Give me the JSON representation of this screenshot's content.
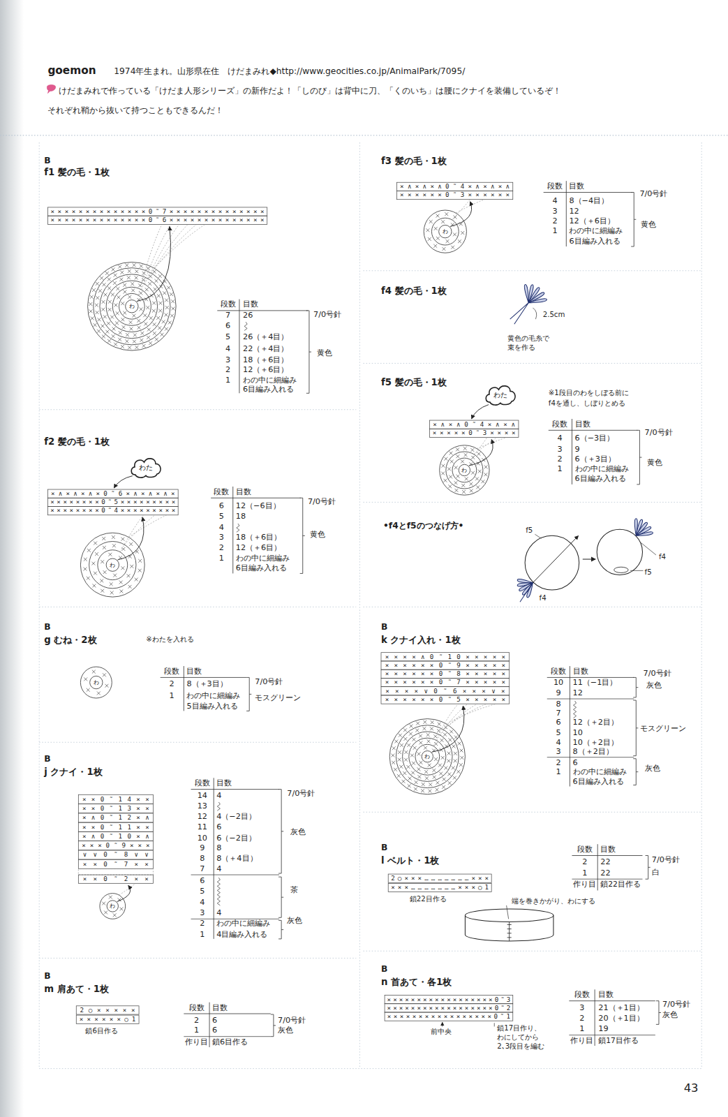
{
  "diagram": {
    "nodes": [
      {
        "text": [
          "わた"
        ]
      },
      {
        "text": [
          "わた"
        ]
      }
    ],
    "labels": [
      "goemon",
      "1974年生まれ。山形県在住　けだまみれ◆http://www.geocities.co.jp/AnimalPark/7095/",
      "けだまみれで作っている「けだま人形シリーズ」の新作だよ！「しのび」は背中に刀、「くのいち」は腰にクナイを装備しているぞ！",
      "それぞれ鞘から抜いて持つこともできるんだ！",
      "B",
      "f1 髪の毛・1枚",
      "××××××××××××××0˜7××××××××××××××",
      "××××××××××××××0˜6××××××××××××××",
      "わ",
      "段数",
      "目数",
      "7",
      "26",
      "6",
      "5",
      "26（＋4目）",
      "4",
      "22（＋4目）",
      "3",
      "18（＋6目）",
      "2",
      "12（＋6目）",
      "1",
      "わの中に細編み",
      "6目編み入れる",
      "7/0号針",
      "黄色",
      "f2 髪の毛・1枚",
      "×∧×∧×∧×0˜6×∧×∧×∧×",
      "××××××××0˜5×××××××××",
      "××××××××0˜4×××××××××",
      "わ",
      "段数",
      "目数",
      "6",
      "12（−6目）",
      "5",
      "18",
      "4",
      "3",
      "18（＋6目）",
      "2",
      "12（＋6目）",
      "1",
      "わの中に細編み",
      "6目編み入れる",
      "7/0号針",
      "黄色",
      "B",
      "g むね・2枚",
      "※わたを入れる",
      "わ",
      "段数",
      "目数",
      "2",
      "8（＋3目）",
      "1",
      "わの中に細編み",
      "5目編み入れる",
      "7/0号針",
      "モスグリーン",
      "B",
      "j クナイ・1枚",
      "××0˜14××",
      "××0˜13××",
      "×∧0˜12×∧",
      "××0˜11××",
      "×∧0˜10×∧",
      "×××0˜9×××",
      "∨∨0˜8∨∨",
      "××0˜7××",
      "××0˜2××",
      "わ",
      "段数",
      "目数",
      "14",
      "4",
      "13",
      "12",
      "4（−2目）",
      "11",
      "6",
      "10",
      "6（−2目）",
      "9",
      "8",
      "8",
      "8（＋4目）",
      "7",
      "4",
      "6",
      "5",
      "4",
      "3",
      "4",
      "2",
      "わの中に細編み",
      "1",
      "4目編み入れる",
      "7/0号針",
      "灰色",
      "茶",
      "灰色",
      "B",
      "m 肩あて・1枚",
      "2○×××××",
      "××××××○1",
      "鎖6目作る",
      "段数",
      "目数",
      "2",
      "6",
      "1",
      "6",
      "作り目",
      "鎖6目作る",
      "7/0号針",
      "灰色",
      "f3 髪の毛・1枚",
      "×∧×∧×∧0˜4×∧×∧×∧",
      "××××××0˜3××××××",
      "わ",
      "段数",
      "目数",
      "4",
      "8（−4目）",
      "3",
      "12",
      "2",
      "12（＋6目）",
      "1",
      "わの中に細編み",
      "6目編み入れる",
      "7/0号針",
      "黄色",
      "f4 髪の毛・1枚",
      "2.5cm",
      "黄色の毛糸で",
      "束を作る",
      "f5 髪の毛・1枚",
      "※1段目のわをしぼる前に",
      "f4を通し、しぼりとめる",
      "×∧×∧0˜4×∧×∧",
      "×××××0˜3××××",
      "わ",
      "段数",
      "目数",
      "4",
      "6（−3目）",
      "3",
      "9",
      "2",
      "6（＋3目）",
      "1",
      "わの中に細編み",
      "6目編み入れる",
      "7/0号針",
      "黄色",
      "•f4とf5のつなげ方•",
      "f5",
      "f4",
      "f4",
      "f5",
      "B",
      "k クナイ入れ・1枚",
      "××××∧0˜10×××××",
      "××××××0˜9×××××",
      "××××××0˜8×××××",
      "××××××0˜7×××××",
      "××××∨0˜6×××∨×",
      "××××××0˜5×××××",
      "わ",
      "段数",
      "目数",
      "10",
      "11（−1目）",
      "9",
      "12",
      "8",
      "7",
      "6",
      "12（＋2目）",
      "5",
      "10",
      "4",
      "10（＋2目）",
      "3",
      "8（＋2目）",
      "2",
      "6",
      "1",
      "わの中に細編み",
      "6目編み入れる",
      "7/0号針",
      "灰色",
      "モスグリーン",
      "灰色",
      "B",
      "l ベルト・1枚",
      "2○×××…………………×××",
      "×××…………………×××○1",
      "鎖22目作る",
      "段数",
      "目数",
      "2",
      "22",
      "1",
      "22",
      "作り目",
      "鎖22目作る",
      "7/0号針",
      "白",
      "端を巻きかがり、わにする",
      "B",
      "n 首あて・各1枚",
      "××××××××××××××××××0˜3",
      "××××××××××××××××××0˜2",
      "×××××××××××××××××0˜1",
      "前中央",
      "鎖17目作り、",
      "わにしてから",
      "2､3段目を編む",
      "段数",
      "目数",
      "3",
      "21（＋1目）",
      "2",
      "20（＋1目）",
      "1",
      "19",
      "作り目",
      "鎖17目作る",
      "7/0号針",
      "灰色",
      "43"
    ]
  }
}
